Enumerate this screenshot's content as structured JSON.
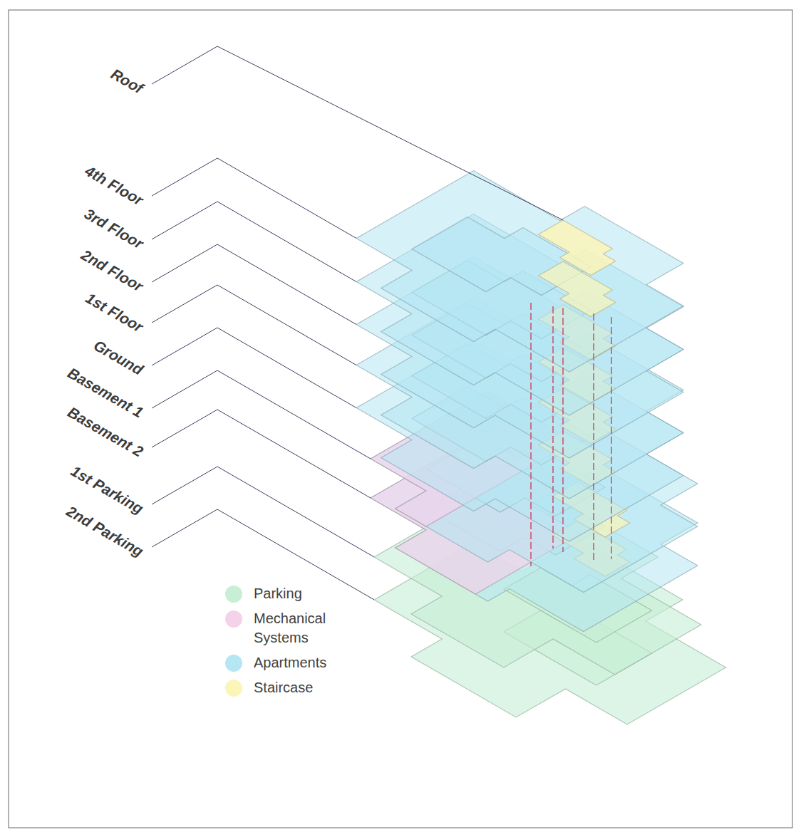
{
  "diagram": {
    "labels": [
      "Roof",
      "4th Floor",
      "3rd Floor",
      "2nd Floor",
      "1st Floor",
      "Ground",
      "Basement 1",
      "Basement 2",
      "1st Parking",
      "2nd Parking"
    ],
    "legend": [
      {
        "text": "Parking",
        "color": "#c6efd6"
      },
      {
        "text": "Mechanical Systems",
        "color": "#f3d2ea"
      },
      {
        "text": "Apartments",
        "color": "#b5e6f3"
      },
      {
        "text": "Staircase",
        "color": "#fbf5b8"
      }
    ]
  }
}
